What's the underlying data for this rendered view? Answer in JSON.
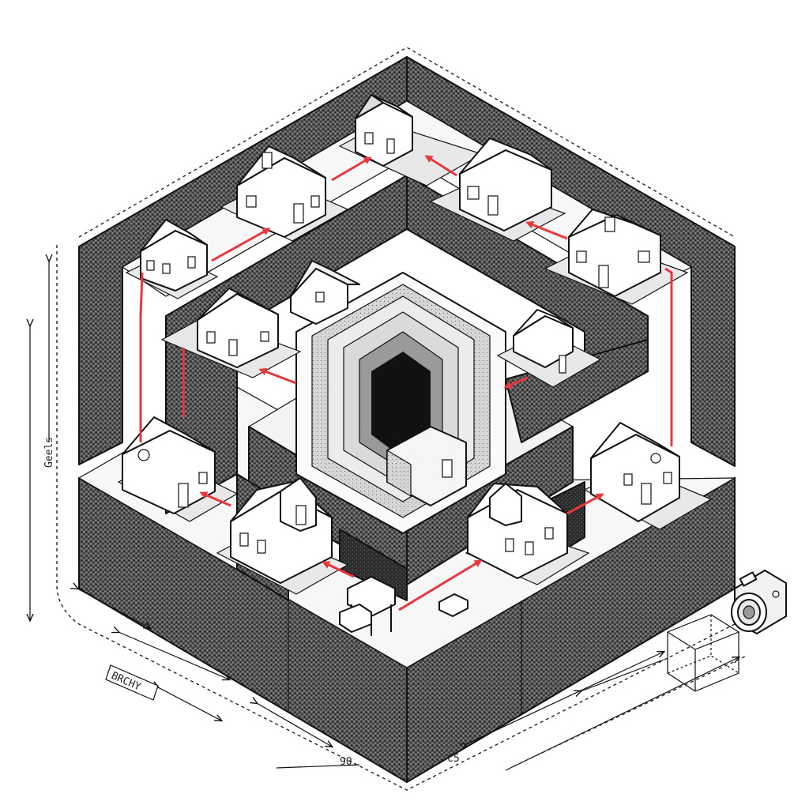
{
  "labels": {
    "side_label": "Geels",
    "bottom_left_label": "BRCHY",
    "bottom_tag_a": "90",
    "bottom_tag_b": "C5"
  },
  "colors": {
    "ink": "#111111",
    "stipple": "#3a3a3a",
    "wall_light": "#f4f4f4",
    "flow_arrow": "#e8383d",
    "background": "#ffffff"
  },
  "icons": {
    "camera": "camera-icon",
    "box": "wireframe-box-icon"
  }
}
